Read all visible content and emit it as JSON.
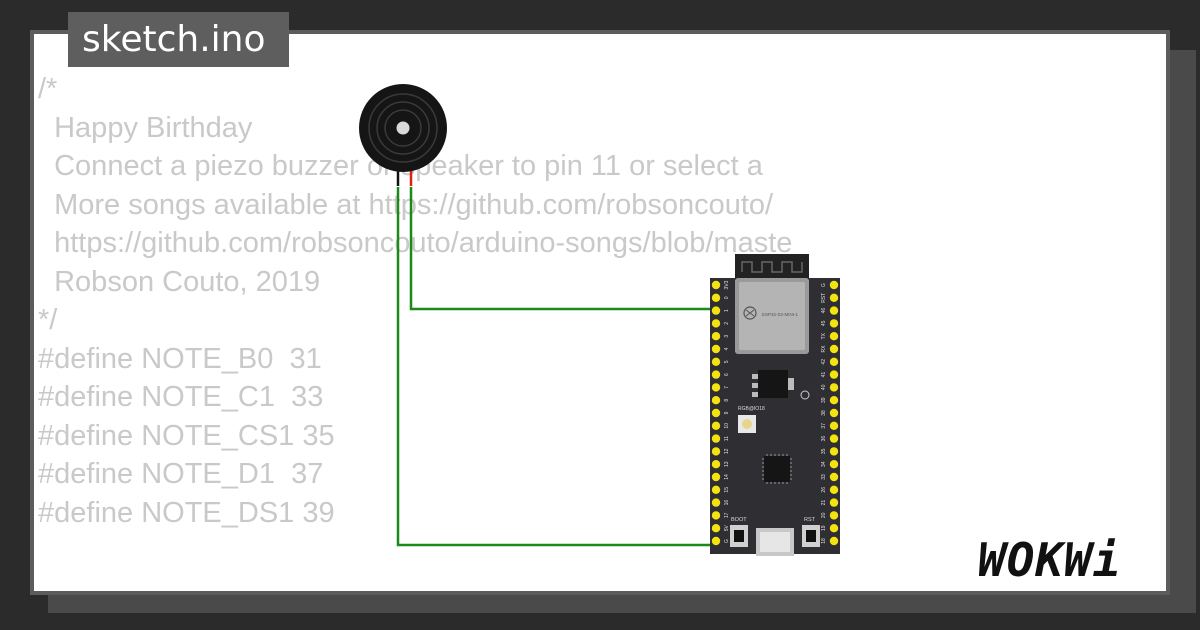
{
  "file_tab": {
    "name": "sketch.ino"
  },
  "code_lines": [
    "/*",
    "  Happy Birthday",
    "  Connect a piezo buzzer or speaker to pin 11 or select a",
    "  More songs available at https://github.com/robsoncouto/",
    "  https://github.com/robsoncouto/arduino-songs/blob/maste",
    "  Robson Couto, 2019",
    "*/",
    "#define NOTE_B0  31",
    "#define NOTE_C1  33",
    "#define NOTE_CS1 35",
    "#define NOTE_D1  37",
    "#define NOTE_DS1 39"
  ],
  "board": {
    "module_label": "ESP32-S2-MINI-1",
    "led_label": "RGB@IO18",
    "boot_label": "BOOT",
    "rst_label": "RST",
    "left_pins": [
      "3V3",
      "0",
      "1",
      "2",
      "3",
      "4",
      "5",
      "6",
      "7",
      "8",
      "9",
      "10",
      "11",
      "12",
      "13",
      "14",
      "15",
      "16",
      "17",
      "5V",
      "G"
    ],
    "right_pins": [
      "G",
      "RST",
      "46",
      "45",
      "TX",
      "RX",
      "42",
      "41",
      "40",
      "39",
      "38",
      "37",
      "36",
      "35",
      "34",
      "33",
      "26",
      "21",
      "20",
      "19",
      "18"
    ]
  },
  "logo": {
    "text": "WOKWi"
  },
  "colors": {
    "background": "#2b2b2b",
    "tab": "#5e5e5e",
    "code_text": "#c9c9c9",
    "wire": "#1a8a1a",
    "board": "#2f2f33",
    "pin": "#f3e312"
  }
}
